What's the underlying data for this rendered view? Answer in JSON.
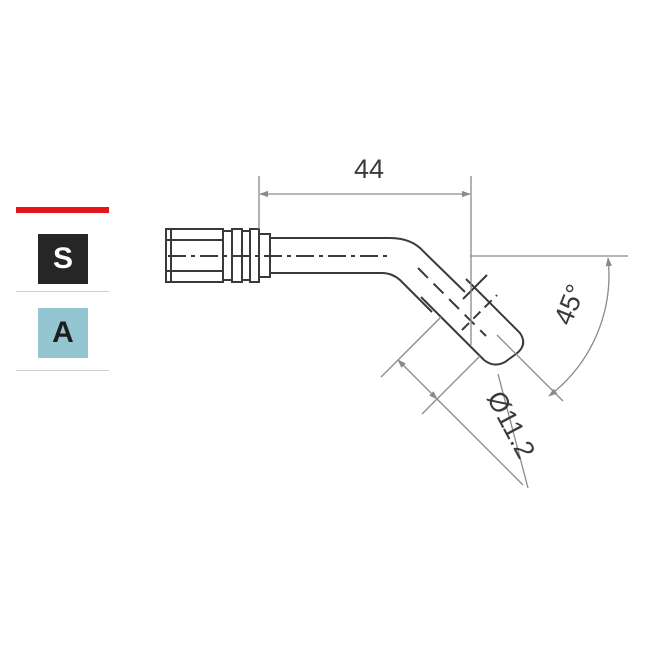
{
  "legend": {
    "accent_color": "#e4161b",
    "items": [
      {
        "label": "S",
        "background": "#262626",
        "text_color": "#ffffff"
      },
      {
        "label": "A",
        "background": "#94c6d2",
        "text_color": "#1e1e1e"
      }
    ]
  },
  "dimensions": {
    "length": "44",
    "angle": "45°",
    "diameter": "Ø11.2"
  },
  "colors": {
    "line": "#3a3a3a",
    "dimension_line": "#8a8a8a"
  }
}
